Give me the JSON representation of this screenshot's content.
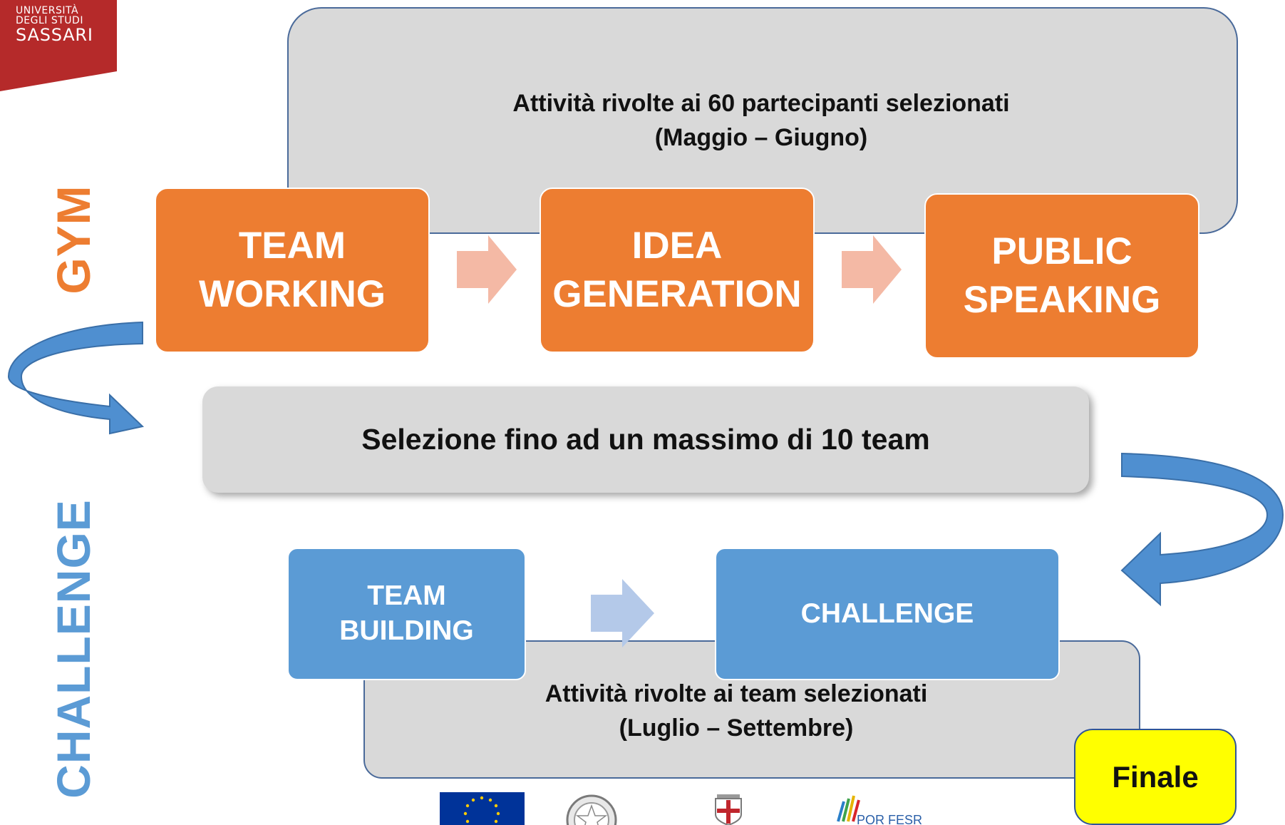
{
  "logo": {
    "line1": "UNIVERSITÀ",
    "line2": "DEGLI STUDI",
    "line3": "SASSARI",
    "color": "#b52a2a"
  },
  "sections": {
    "gym": "GYM",
    "challenge": "CHALLENGE"
  },
  "top_panel": {
    "line1": "Attività rivolte ai 60 partecipanti selezionati",
    "line2": "(Maggio – Giugno)"
  },
  "gym_steps": [
    {
      "line1": "TEAM",
      "line2": "WORKING"
    },
    {
      "line1": "IDEA",
      "line2": "GENERATION"
    },
    {
      "line1": "PUBLIC",
      "line2": "SPEAKING"
    }
  ],
  "selection": {
    "text": "Selezione fino ad un massimo di 10 team"
  },
  "challenge_steps": [
    {
      "line1": "TEAM",
      "line2": "BUILDING"
    },
    {
      "line1": "CHALLENGE"
    }
  ],
  "bottom_panel": {
    "line1": "Attività rivolte ai team selezionati",
    "line2": "(Luglio – Settembre)"
  },
  "finale": {
    "text": "Finale"
  },
  "footer": {
    "por_text": "POR FESR"
  },
  "colors": {
    "orange": "#ed7d31",
    "blue": "#5b9bd5",
    "grey": "#d9d9d9",
    "yellow": "#ffff00",
    "arrow_orange": "#f4b9a5",
    "arrow_blue": "#b4c9e9",
    "curve_blue": "#4f8fd0"
  },
  "icons": [
    "right-arrow-icon",
    "curved-arrow-icon",
    "eu-flag-icon",
    "emblem-icon",
    "coat-of-arms-icon"
  ]
}
